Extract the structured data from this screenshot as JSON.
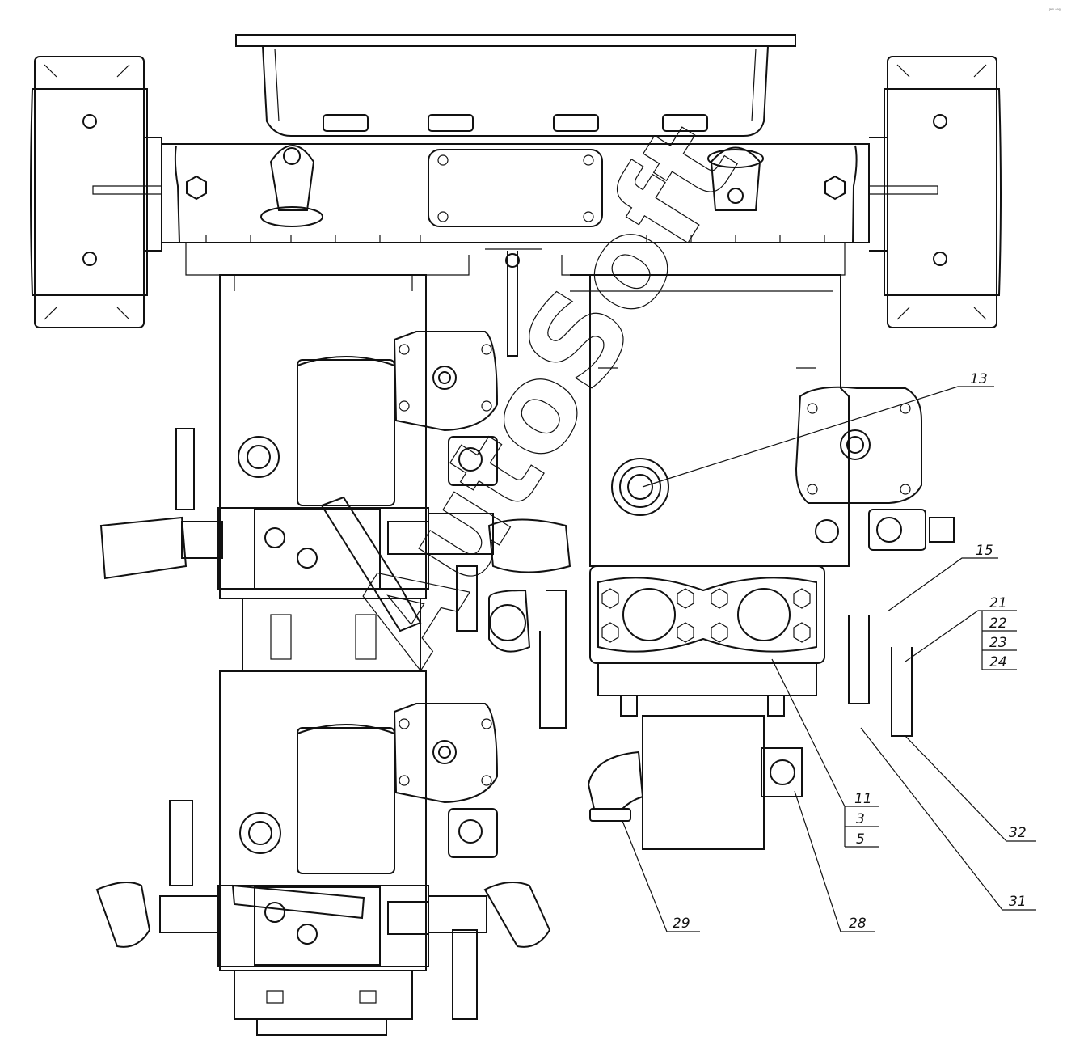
{
  "watermark": "AutoSoft",
  "corner_mark": "ʲᵃᵐ ᵒᵒᵍ",
  "callouts": [
    {
      "label": "13"
    },
    {
      "label": "15"
    },
    {
      "label": "21"
    },
    {
      "label": "22"
    },
    {
      "label": "23"
    },
    {
      "label": "24"
    },
    {
      "label": "11"
    },
    {
      "label": "3"
    },
    {
      "label": "5"
    },
    {
      "label": "32"
    },
    {
      "label": "31"
    },
    {
      "label": "28"
    },
    {
      "label": "29"
    }
  ]
}
